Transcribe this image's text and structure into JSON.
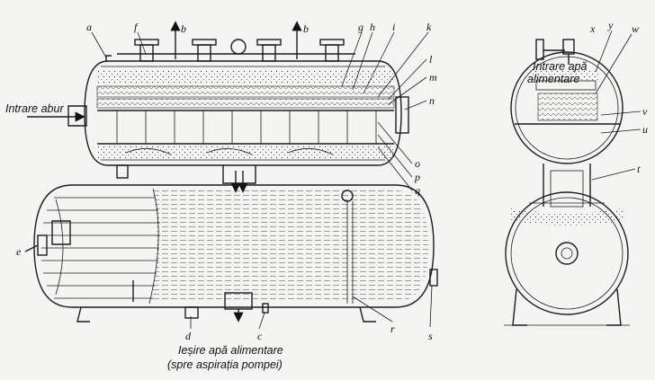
{
  "captions": {
    "steam_inlet": "Intrare abur",
    "feedwater_inlet_1": "Intrare apă",
    "feedwater_inlet_2": "alimentare",
    "outlet_1": "Ieșire apă alimentare",
    "outlet_2": "(spre aspirația pompei)"
  },
  "labels": {
    "a": "a",
    "b1": "b",
    "b2": "b",
    "f": "f",
    "g": "g",
    "h": "h",
    "i": "i",
    "k": "k",
    "l": "l",
    "m": "m",
    "n": "n",
    "o": "o",
    "p": "p",
    "q": "q",
    "e": "e",
    "r": "r",
    "s": "s",
    "d": "d",
    "c": "c",
    "y": "y",
    "x": "x",
    "w": "w",
    "v": "v",
    "u": "u",
    "t": "t"
  }
}
